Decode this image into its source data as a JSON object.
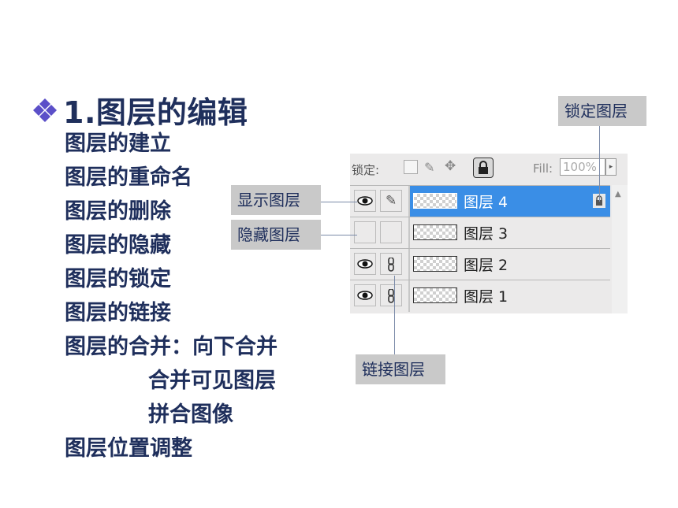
{
  "title": "1.图层的编辑",
  "items": [
    "图层的建立",
    "图层的重命名",
    "图层的删除",
    "图层的隐藏",
    "图层的锁定",
    "图层的链接",
    "图层的合并：向下合并",
    "合并可见图层",
    "拼合图像",
    "图层位置调整"
  ],
  "panel": {
    "lock_label": "锁定:",
    "fill_label": "Fill:",
    "fill_value": "100%",
    "layers": [
      {
        "name": "图层 4",
        "selected": true,
        "visible": true,
        "linked": false
      },
      {
        "name": "图层 3",
        "selected": false,
        "visible": false,
        "linked": false
      },
      {
        "name": "图层 2",
        "selected": false,
        "visible": true,
        "linked": true
      },
      {
        "name": "图层 1",
        "selected": false,
        "visible": true,
        "linked": true
      }
    ]
  },
  "callouts": {
    "show_layer": "显示图层",
    "hide_layer": "隐藏图层",
    "lock_layer": "锁定图层",
    "link_layer": "链接图层"
  },
  "colors": {
    "heading": "#1f2f5c",
    "bullet": "#5b4fc8",
    "selection": "#3a8ee6",
    "callout_bg": "#c9c9c9"
  },
  "icons": {
    "bullet": "four-diamond-icon",
    "visibility": "eye-icon",
    "link": "chain-link-icon",
    "lock": "lock-icon",
    "brush": "brush-icon",
    "move": "move-icon"
  }
}
